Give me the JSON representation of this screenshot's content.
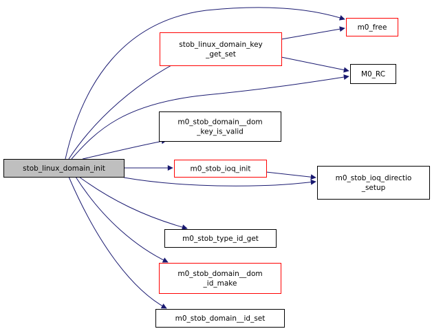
{
  "title": "Call graph for stob_linux_domain_init",
  "colors": {
    "edge": "#191970",
    "root_fill": "#bfbfbf",
    "root_border": "#000000",
    "node_fill": "#ffffff",
    "node_border_plain": "#000000",
    "node_border_linked": "#ff0000"
  },
  "nodes": [
    {
      "id": "root",
      "lines": [
        "stob_linux_domain_init"
      ],
      "style": "root"
    },
    {
      "id": "m0_free",
      "lines": [
        "m0_free"
      ],
      "style": "red"
    },
    {
      "id": "key_get_set",
      "lines": [
        "stob_linux_domain_key",
        "_get_set"
      ],
      "style": "red"
    },
    {
      "id": "M0_RC",
      "lines": [
        "M0_RC"
      ],
      "style": "black"
    },
    {
      "id": "key_is_valid",
      "lines": [
        "m0_stob_domain__dom",
        "_key_is_valid"
      ],
      "style": "black"
    },
    {
      "id": "ioq_init",
      "lines": [
        "m0_stob_ioq_init"
      ],
      "style": "red"
    },
    {
      "id": "directio_setup",
      "lines": [
        "m0_stob_ioq_directio",
        "_setup"
      ],
      "style": "black"
    },
    {
      "id": "type_id_get",
      "lines": [
        "m0_stob_type_id_get"
      ],
      "style": "black"
    },
    {
      "id": "id_make",
      "lines": [
        "m0_stob_domain__dom",
        "_id_make"
      ],
      "style": "red"
    },
    {
      "id": "id_set",
      "lines": [
        "m0_stob_domain__id_set"
      ],
      "style": "black"
    }
  ],
  "edges": [
    {
      "from": "root",
      "to": "m0_free"
    },
    {
      "from": "root",
      "to": "key_get_set"
    },
    {
      "from": "root",
      "to": "M0_RC"
    },
    {
      "from": "root",
      "to": "key_is_valid"
    },
    {
      "from": "root",
      "to": "ioq_init"
    },
    {
      "from": "root",
      "to": "directio_setup"
    },
    {
      "from": "root",
      "to": "type_id_get"
    },
    {
      "from": "root",
      "to": "id_make"
    },
    {
      "from": "root",
      "to": "id_set"
    },
    {
      "from": "key_get_set",
      "to": "m0_free"
    },
    {
      "from": "key_get_set",
      "to": "M0_RC"
    },
    {
      "from": "ioq_init",
      "to": "directio_setup"
    }
  ]
}
